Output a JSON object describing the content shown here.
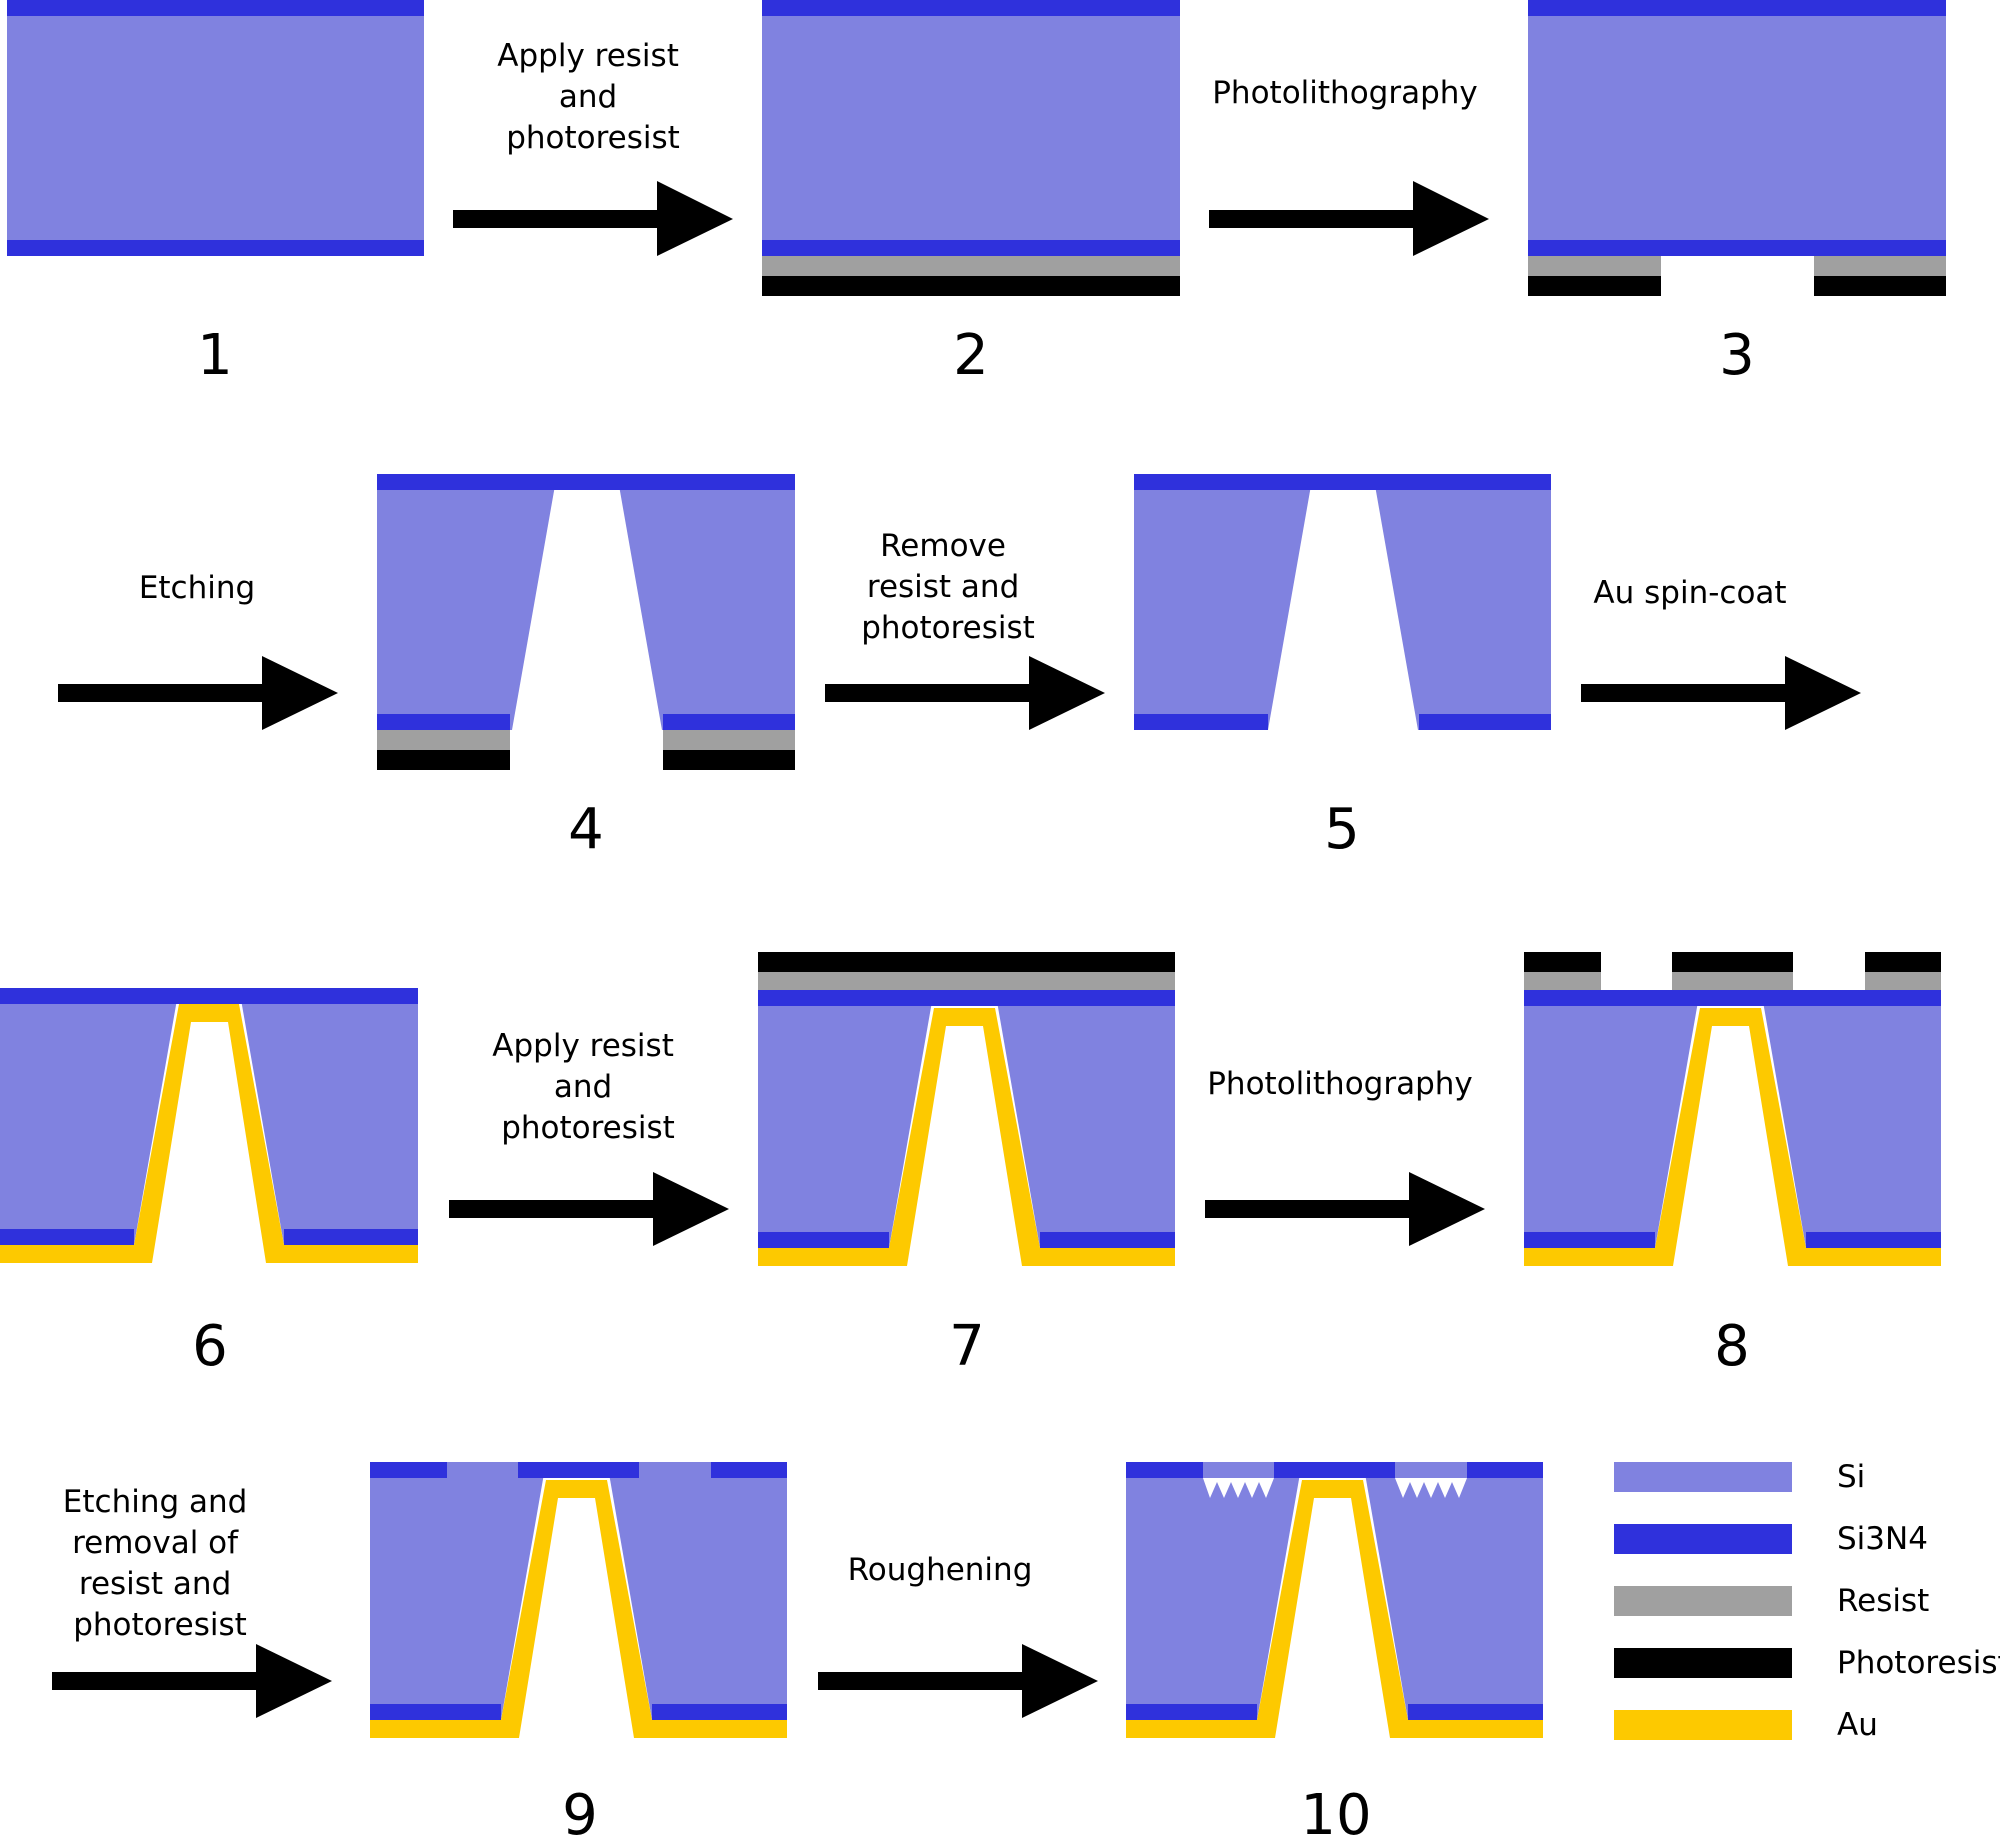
{
  "colors": {
    "si": "#8082e0",
    "si3n4": "#2f31dc",
    "resist": "#a0a0a0",
    "photoresist": "#000000",
    "au": "#fdc900",
    "arrow": "#000000",
    "background": "#ffffff"
  },
  "steps": [
    {
      "number": "1"
    },
    {
      "number": "2"
    },
    {
      "number": "3"
    },
    {
      "number": "4"
    },
    {
      "number": "5"
    },
    {
      "number": "6"
    },
    {
      "number": "7"
    },
    {
      "number": "8"
    },
    {
      "number": "9"
    },
    {
      "number": "10"
    }
  ],
  "arrows": [
    {
      "label_lines": [
        "Apply resist",
        "and",
        "photoresist"
      ]
    },
    {
      "label_lines": [
        "Photolithography"
      ]
    },
    {
      "label_lines": [
        "Etching"
      ]
    },
    {
      "label_lines": [
        "Remove",
        "resist and",
        "photoresist"
      ]
    },
    {
      "label_lines": [
        "Au spin-coat"
      ]
    },
    {
      "label_lines": [
        "Apply resist",
        "and",
        "photoresist"
      ]
    },
    {
      "label_lines": [
        "Photolithography"
      ]
    },
    {
      "label_lines": [
        "Etching and",
        "removal of",
        "resist and",
        "photoresist"
      ]
    },
    {
      "label_lines": [
        "Roughening"
      ]
    }
  ],
  "legend": [
    {
      "label": "Si",
      "color_key": "si"
    },
    {
      "label": "Si3N4",
      "color_key": "si3n4"
    },
    {
      "label": "Resist",
      "color_key": "resist"
    },
    {
      "label": "Photoresist",
      "color_key": "photoresist"
    },
    {
      "label": "Au",
      "color_key": "au"
    }
  ]
}
